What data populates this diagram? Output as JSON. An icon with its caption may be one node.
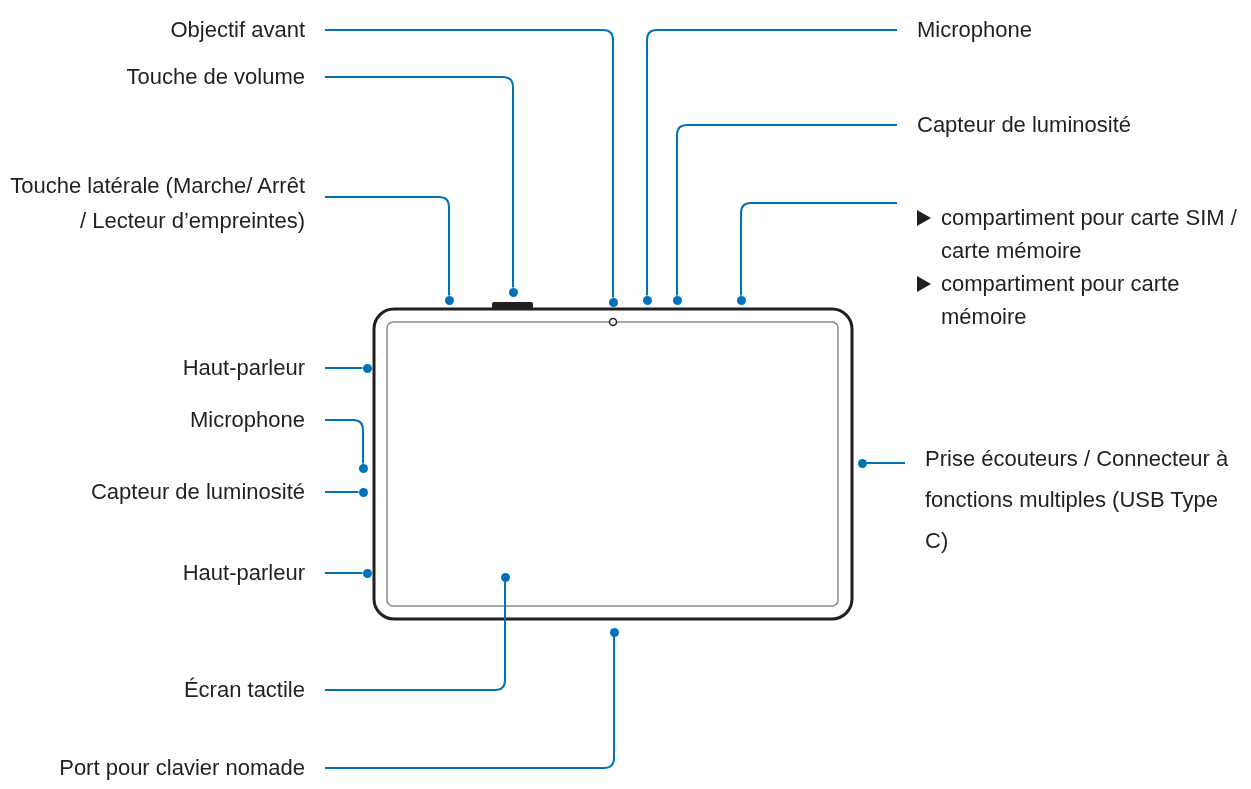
{
  "diagram": {
    "nodes": [
      {
        "text": [
          "Objectif avant"
        ]
      },
      {
        "text": [
          "Microphone"
        ]
      },
      {
        "text": [
          "Touche de volume"
        ]
      },
      {
        "text": [
          "Capteur de luminosité"
        ]
      },
      {
        "text": [
          "Touche latérale (Marche/ Arrêt / Lecteur d’empreintes)"
        ]
      },
      {
        "text": [
          "compartiment pour carte SIM / carte mémoire",
          "compartiment pour carte mémoire"
        ]
      },
      {
        "text": [
          "Haut-parleur"
        ]
      },
      {
        "text": [
          "Microphone"
        ]
      },
      {
        "text": [
          "Capteur de luminosité"
        ]
      },
      {
        "text": [
          "Prise écouteurs / Connecteur à fonctions multiples (USB Type C)"
        ]
      },
      {
        "text": [
          "Haut-parleur"
        ]
      },
      {
        "text": [
          "Écran tactile"
        ]
      },
      {
        "text": [
          "Port pour clavier nomade"
        ]
      },
      {
        "text": [],
        "shape": "circle"
      },
      {
        "text": [],
        "shape": "circle"
      },
      {
        "text": [],
        "shape": "circle"
      },
      {
        "text": [],
        "shape": "circle"
      },
      {
        "text": [],
        "shape": "circle"
      },
      {
        "text": [],
        "shape": "circle"
      },
      {
        "text": [],
        "shape": "circle"
      },
      {
        "text": [],
        "shape": "circle"
      },
      {
        "text": [],
        "shape": "circle"
      },
      {
        "text": [],
        "shape": "circle"
      },
      {
        "text": [],
        "shape": "circle"
      },
      {
        "text": [],
        "shape": "circle"
      },
      {
        "text": [],
        "shape": "circle"
      }
    ],
    "edges": [
      {
        "from": 0,
        "to": 20,
        "arrow": "none"
      },
      {
        "from": 1,
        "to": 22,
        "arrow": "none"
      },
      {
        "from": 2,
        "to": 19,
        "arrow": "none"
      },
      {
        "from": 3,
        "to": 23,
        "arrow": "none"
      },
      {
        "from": 4,
        "to": 17,
        "arrow": "none"
      },
      {
        "from": 5,
        "to": 24,
        "arrow": "none"
      },
      {
        "from": 6,
        "to": 15,
        "arrow": "none"
      },
      {
        "from": 7,
        "to": 13,
        "arrow": "none"
      },
      {
        "from": 8,
        "to": 14,
        "arrow": "none"
      },
      {
        "from": 9,
        "to": 25,
        "arrow": "none"
      },
      {
        "from": 10,
        "to": 16,
        "arrow": "none"
      },
      {
        "from": 11,
        "to": 18,
        "arrow": "none"
      },
      {
        "from": 12,
        "to": 21,
        "arrow": "none"
      }
    ]
  }
}
